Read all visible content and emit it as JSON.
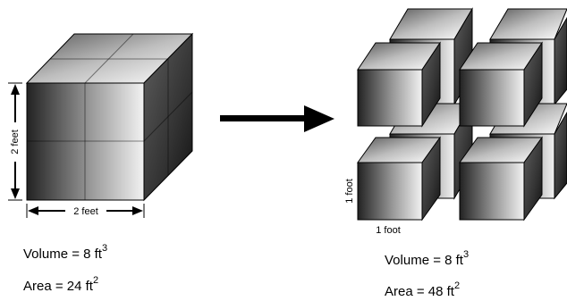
{
  "left": {
    "height_label": "2 feet",
    "width_label": "2 feet",
    "volume_text": "Volume = 8 ft",
    "volume_exp": "3",
    "area_text": "Area = 24 ft",
    "area_exp": "2"
  },
  "right": {
    "height_label": "1 foot",
    "width_label": "1 foot",
    "volume_text": "Volume = 8 ft",
    "volume_exp": "3",
    "area_text": "Area = 48 ft",
    "area_exp": "2"
  }
}
